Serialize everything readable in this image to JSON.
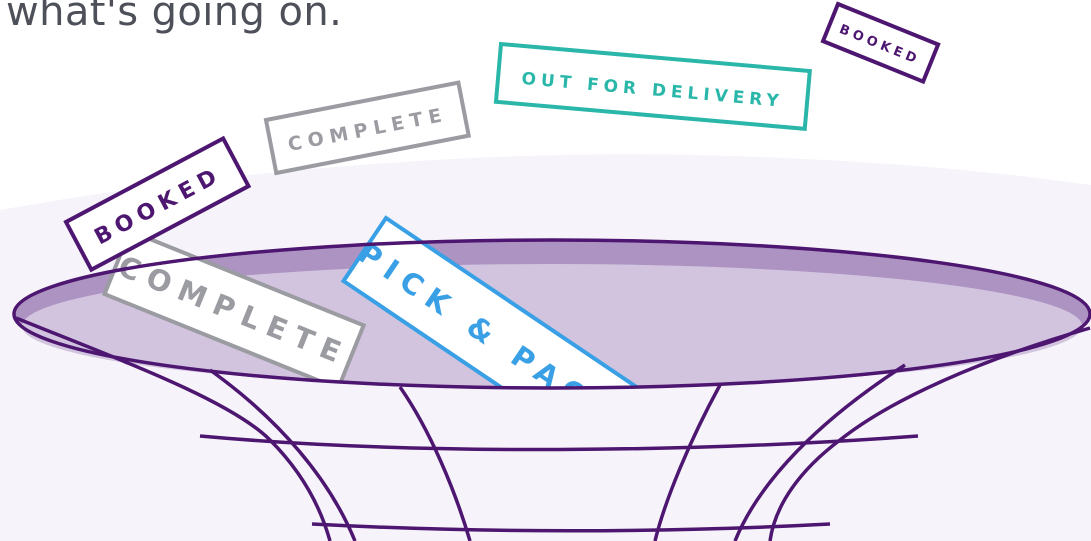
{
  "heading": {
    "text": "what's going on."
  },
  "status_labels": [
    {
      "text": "BOOKED",
      "color": "#4d1670"
    },
    {
      "text": "OUT FOR DELIVERY",
      "color": "#2ab7a9"
    },
    {
      "text": "COMPLETE",
      "color": "#9b9ba2"
    },
    {
      "text": "BOOKED",
      "color": "#4d1670"
    },
    {
      "text": "COMPLETE",
      "color": "#9b9ba2"
    },
    {
      "text": "PICK & PACK",
      "color": "#3aa0e6"
    }
  ],
  "colors": {
    "backdrop": "#f6f3fa",
    "funnel_outline": "#4d1670",
    "funnel_rim": "#ad93c2",
    "funnel_opening": "#d2c4df"
  }
}
